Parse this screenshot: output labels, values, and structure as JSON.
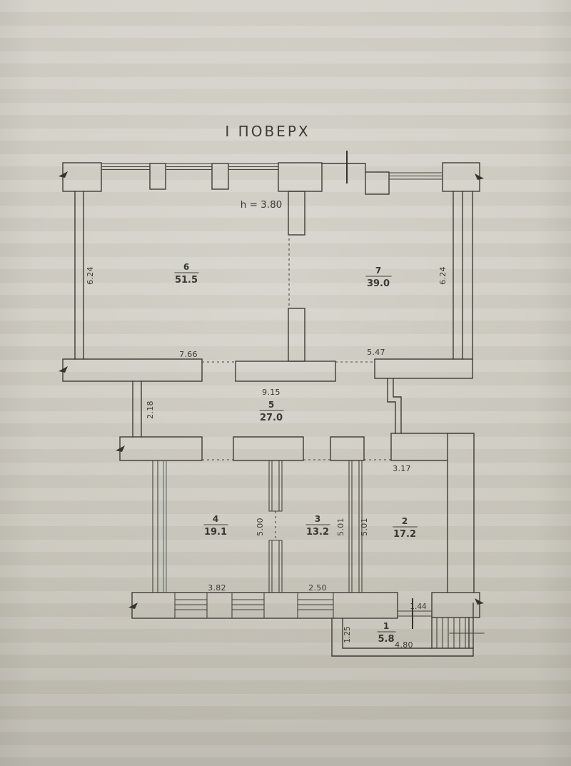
{
  "title": "І ПОВЕРХ",
  "height_note": "h = 3.80",
  "rooms": {
    "r6": {
      "number": "6",
      "area": "51.5"
    },
    "r7": {
      "number": "7",
      "area": "39.0"
    },
    "r5": {
      "number": "5",
      "area": "27.0"
    },
    "r4": {
      "number": "4",
      "area": "19.1"
    },
    "r3": {
      "number": "3",
      "area": "13.2"
    },
    "r2": {
      "number": "2",
      "area": "17.2"
    },
    "r1": {
      "number": "1",
      "area": "5.8"
    }
  },
  "dims": {
    "left_height": "6.24",
    "right_height": "6.24",
    "room6_width": "7.66",
    "room7_width": "5.47",
    "room5_width": "9.15",
    "corridor": "2.18",
    "room2_top": "3.17",
    "room4_height": "5.00",
    "room3_height": "5.01",
    "room2_height": "5.01",
    "room4_window": "3.82",
    "room3_window": "2.50",
    "entry_gap": "1.44",
    "room1_height": "1.25",
    "room1_width": "4.80"
  },
  "line_color": "#3e3c35",
  "paper_color": "#cdcac0"
}
